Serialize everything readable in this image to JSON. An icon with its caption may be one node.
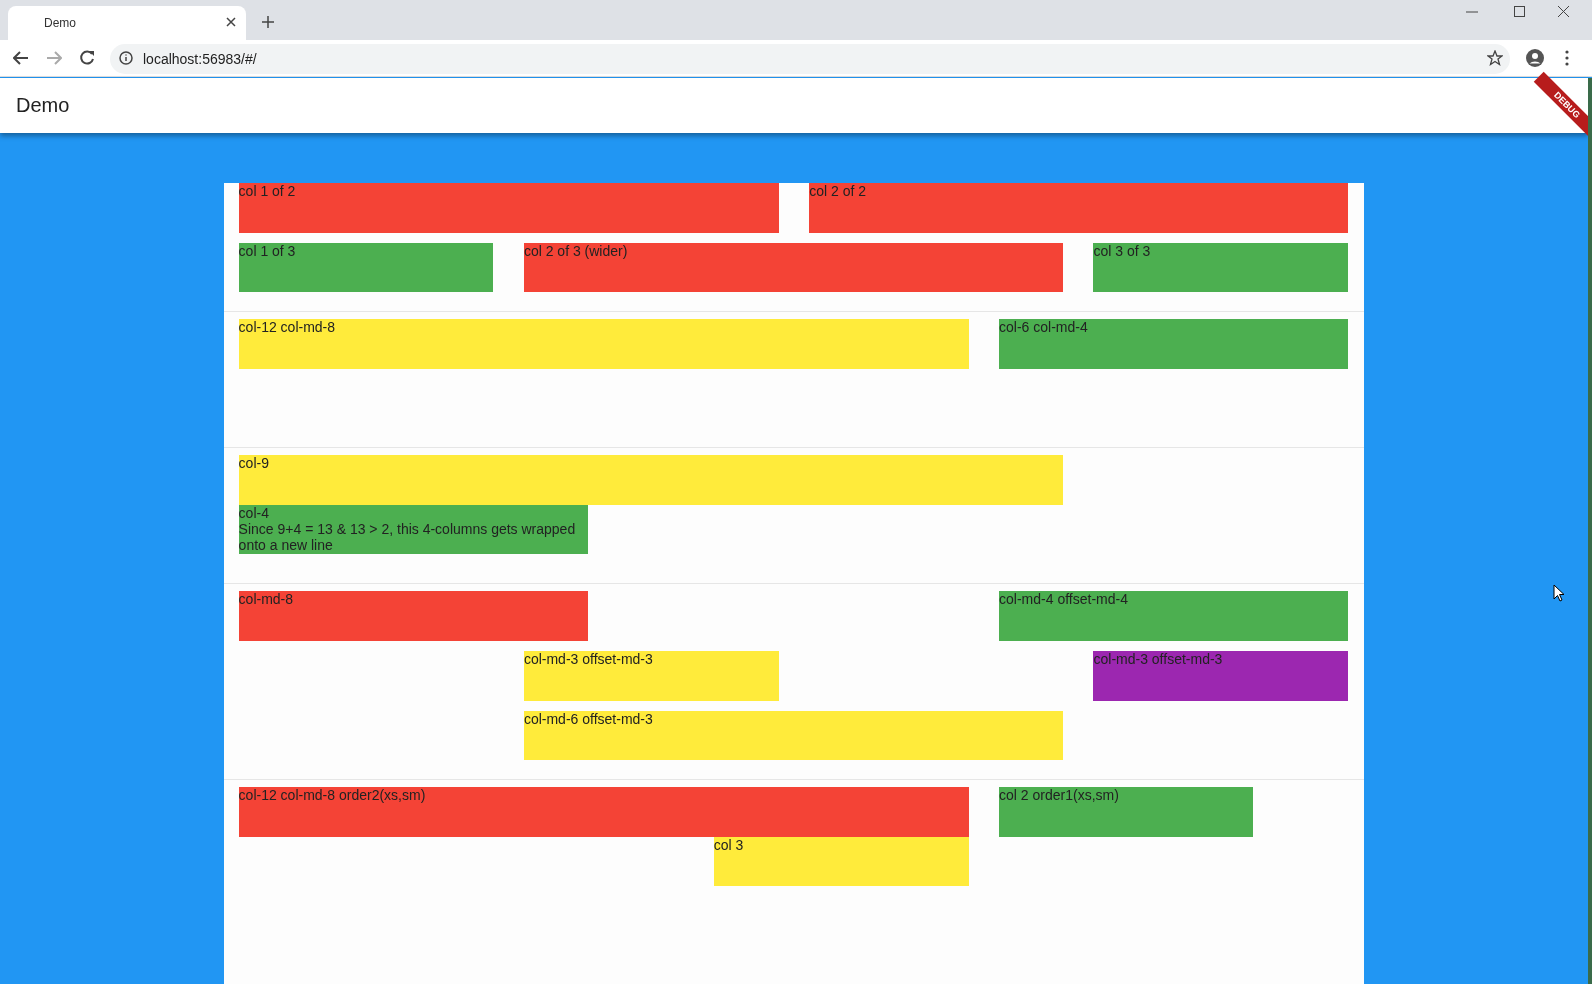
{
  "diagram": {
    "nodes": [
      {
        "text": [
          "col 1 of 2"
        ]
      },
      {
        "text": [
          "col 2 of 2"
        ]
      },
      {
        "text": [
          "col 1 of 3"
        ]
      },
      {
        "text": [
          "col 2 of 3 (wider)"
        ]
      },
      {
        "text": [
          "col 3 of 3"
        ]
      },
      {
        "text": [
          "col-12 col-md-8"
        ]
      },
      {
        "text": [
          "col-6 col-md-4"
        ]
      },
      {
        "text": [
          "col-9"
        ]
      },
      {
        "text": [
          "col-4",
          "Since 9+4 = 13 & 13 > 2, this 4-columns gets wrapped onto a new line"
        ]
      },
      {
        "text": [
          "col-md-8"
        ]
      },
      {
        "text": [
          "col-md-4 offset-md-4"
        ]
      },
      {
        "text": [
          "col-md-3 offset-md-3"
        ]
      },
      {
        "text": [
          "col-md-3 offset-md-3"
        ]
      },
      {
        "text": [
          "col-md-6 offset-md-3"
        ]
      },
      {
        "text": [
          "col-12 col-md-8 order2(xs,sm)"
        ]
      },
      {
        "text": [
          "col 2 order1(xs,sm)"
        ]
      },
      {
        "text": [
          "col 3"
        ]
      }
    ],
    "labels": [
      "Demo",
      "localhost:56983/#/",
      "Demo",
      "DEBUG"
    ]
  }
}
